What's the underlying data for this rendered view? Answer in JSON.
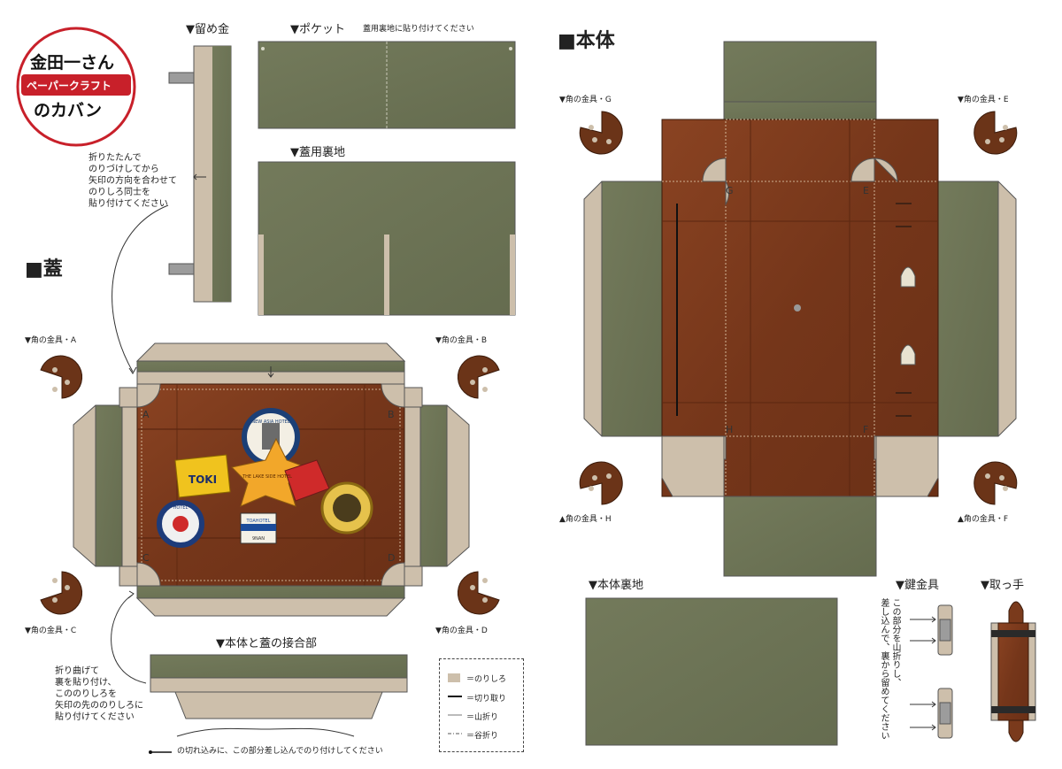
{
  "logo": {
    "line1": "金田一さん",
    "line2": "ペーパークラフト",
    "line3": "のカバン"
  },
  "sections": {
    "clasp": "▼留め金",
    "pocket": "▼ポケット",
    "pocket_note": "蓋用裏地に貼り付けてください",
    "lid_lining": "▼蓋用裏地",
    "lid": "■蓋",
    "body": "■本体",
    "body_lining": "▼本体裏地",
    "joint": "▼本体と蓋の接合部",
    "lock": "▼鍵金具",
    "handle": "▼取っ手"
  },
  "notes": {
    "clasp_instr": "折りたたんで\nのりづけしてから\n矢印の方向を合わせて\nのりしろ同士を\n貼り付けてください",
    "joint_instr": "折り曲げて\n裏を貼り付け、\nこののりしろを\n矢印の先ののりしろに\n貼り付けてください",
    "slit_instr": "の切れ込みに、この部分差し込んでのり付けしてください",
    "lock_instr": "この部分を山折りし、\n差し込んで、裏から留めてください"
  },
  "corners": {
    "A": "▼角の金具・A",
    "B": "▼角の金具・B",
    "C": "▼角の金具・C",
    "D": "▼角の金具・D",
    "G": "▼角の金具・G",
    "E": "▼角の金具・E",
    "H": "▲角の金具・H",
    "F": "▲角の金具・F"
  },
  "corner_letters": {
    "A": "A",
    "B": "B",
    "C": "C",
    "D": "D",
    "G": "G",
    "E": "E",
    "H": "H",
    "F": "F"
  },
  "stickers": {
    "newasia": "NEW ASIA HOTEL",
    "toki": "TOKI",
    "lakeside": "THE LAKE SIDE HOTEL",
    "toa": "TOAHOTEL",
    "toa_sub": "9NAN",
    "circle_hotel": "HOTEL"
  },
  "legend": {
    "glue": "＝のりしろ",
    "cut": "＝切り取り",
    "mountain": "＝山折り",
    "valley": "＝谷折り"
  },
  "colors": {
    "leather": "#7a3a1c",
    "olive": "#6d7455",
    "tan": "#cdbfab",
    "logo_red": "#c8202a"
  }
}
